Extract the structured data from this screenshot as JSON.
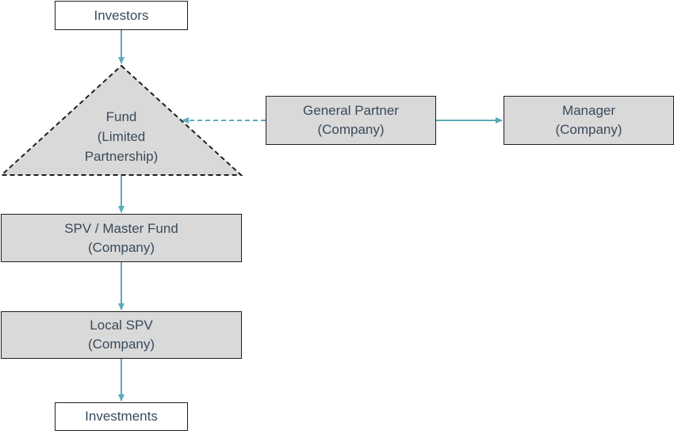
{
  "nodes": {
    "investors": {
      "lines": [
        "Investors"
      ]
    },
    "fund": {
      "lines": [
        "Fund",
        "(Limited",
        "Partnership)"
      ]
    },
    "general_partner": {
      "lines": [
        "General Partner",
        "(Company)"
      ]
    },
    "manager": {
      "lines": [
        "Manager",
        "(Company)"
      ]
    },
    "spv_master": {
      "lines": [
        "SPV / Master Fund",
        "(Company)"
      ]
    },
    "local_spv": {
      "lines": [
        "Local SPV",
        "(Company)"
      ]
    },
    "investments": {
      "lines": [
        "Investments"
      ]
    }
  },
  "colors": {
    "arrow": "#5aaab8",
    "box_fill": "#d9d9d9",
    "border": "#1f1f1f",
    "text": "#3a4a5a"
  }
}
